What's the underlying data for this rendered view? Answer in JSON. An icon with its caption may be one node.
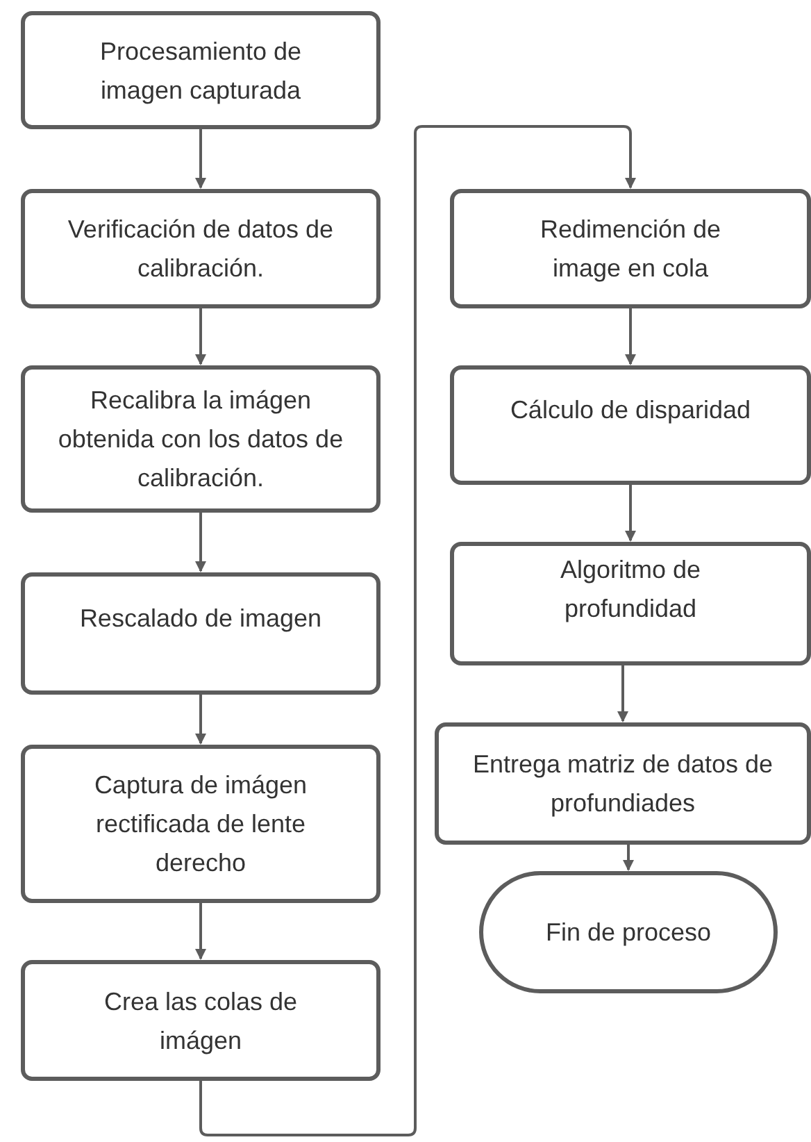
{
  "diagram": {
    "nodes": [
      {
        "text": [
          "Procesamiento de imagen capturada"
        ]
      },
      {
        "text": [
          "Verificación de datos de calibración."
        ]
      },
      {
        "text": [
          "Recalibra la imágen obtenida con los datos de calibración."
        ]
      },
      {
        "text": [
          "Rescalado de imagen"
        ]
      },
      {
        "text": [
          "Captura de imágen rectificada de lente derecho"
        ]
      },
      {
        "text": [
          "Crea las colas de imágen"
        ]
      },
      {
        "text": [
          "Redimención de image en cola"
        ]
      },
      {
        "text": [
          "Cálculo de disparidad"
        ]
      },
      {
        "text": [
          "Algoritmo de profundidad"
        ]
      },
      {
        "text": [
          "Entrega matriz de datos de profundiades"
        ]
      },
      {
        "text": [
          "Fin de proceso"
        ]
      }
    ],
    "edges": [
      {
        "from": 0,
        "to": 1,
        "arrow": "to"
      },
      {
        "from": 1,
        "to": 2,
        "arrow": "to"
      },
      {
        "from": 2,
        "to": 3,
        "arrow": "to"
      },
      {
        "from": 3,
        "to": 4,
        "arrow": "to"
      },
      {
        "from": 4,
        "to": 5,
        "arrow": "to"
      },
      {
        "from": 5,
        "to": 6,
        "arrow": "to"
      },
      {
        "from": 6,
        "to": 7,
        "arrow": "to"
      },
      {
        "from": 7,
        "to": 8,
        "arrow": "to"
      },
      {
        "from": 8,
        "to": 9,
        "arrow": "to"
      },
      {
        "from": 9,
        "to": 10,
        "arrow": "to"
      }
    ]
  }
}
